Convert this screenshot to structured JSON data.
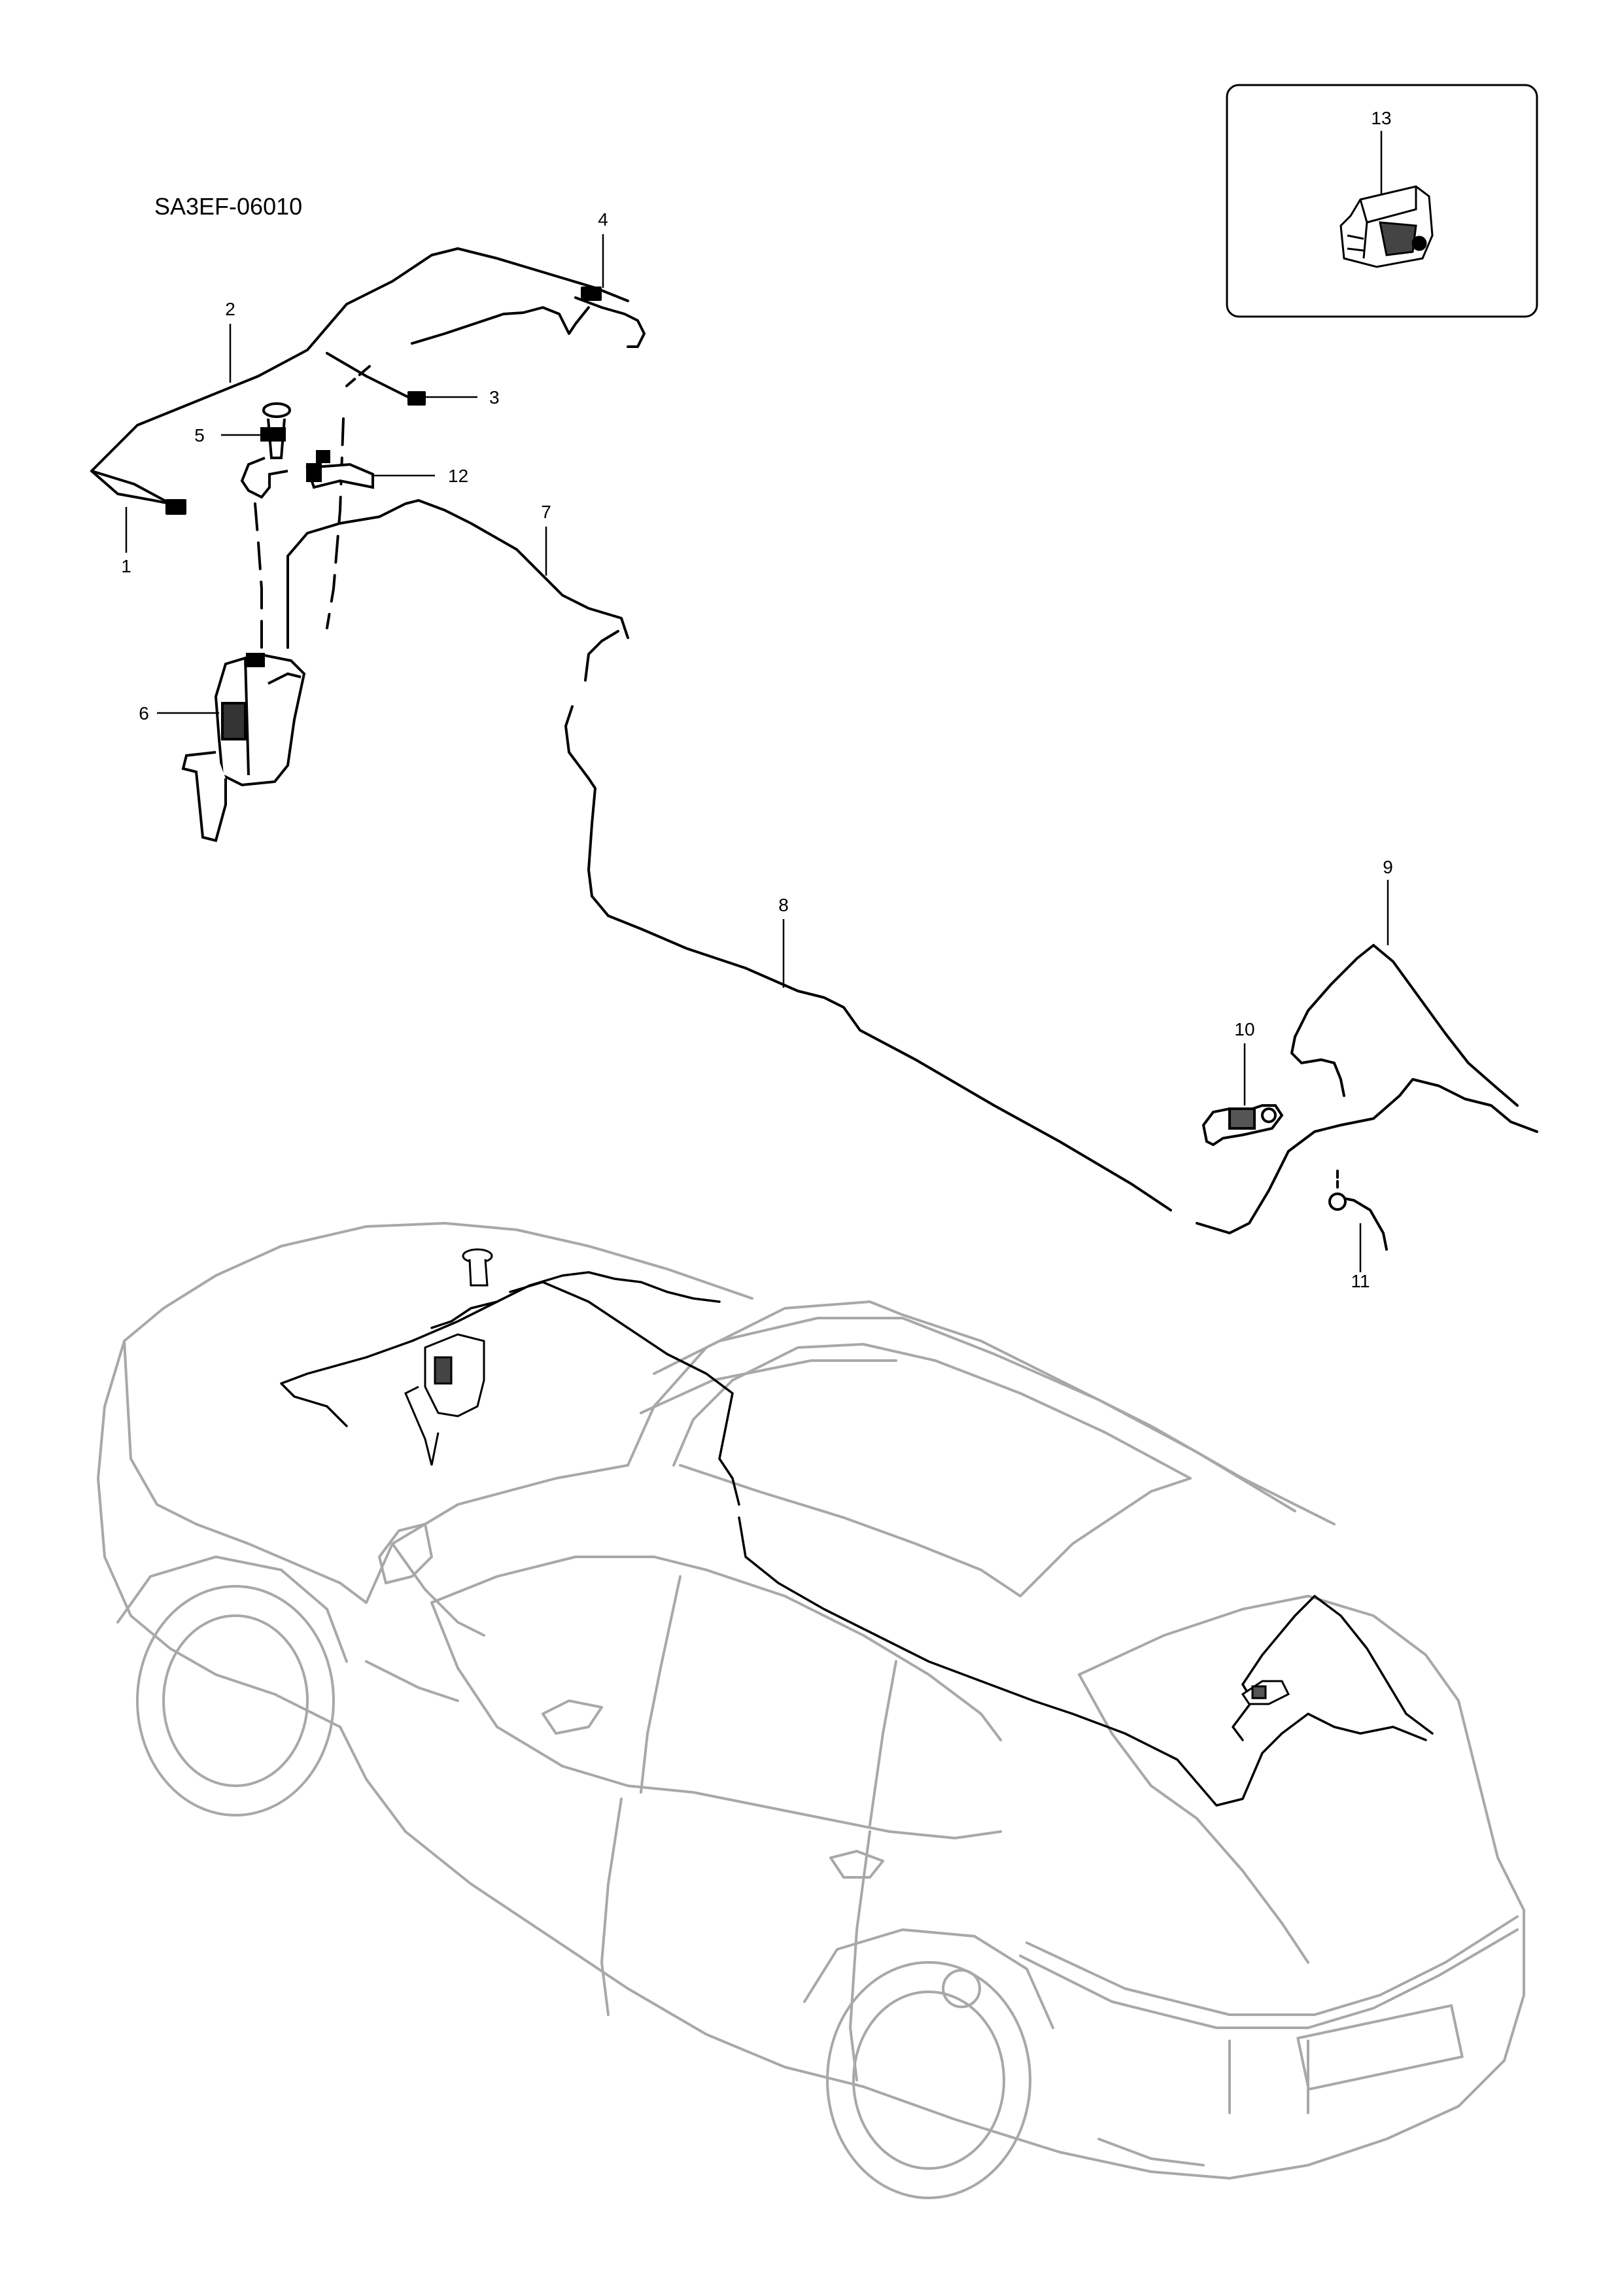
{
  "diagram": {
    "id_label": "SA3EF-06010",
    "callouts": [
      {
        "num": "1"
      },
      {
        "num": "2"
      },
      {
        "num": "3"
      },
      {
        "num": "4"
      },
      {
        "num": "5"
      },
      {
        "num": "6"
      },
      {
        "num": "7"
      },
      {
        "num": "8"
      },
      {
        "num": "9"
      },
      {
        "num": "10"
      },
      {
        "num": "11"
      },
      {
        "num": "12"
      },
      {
        "num": "13"
      }
    ],
    "inset": {
      "callout": "13"
    }
  },
  "colors": {
    "line": "#000000",
    "car_outline": "#a8a8a8",
    "background": "#ffffff"
  }
}
